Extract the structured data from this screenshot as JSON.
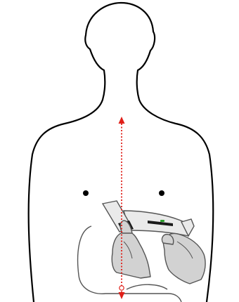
{
  "diagram": {
    "subject": "torso-outline",
    "guide_line": {
      "style": "dotted",
      "direction": "vertical",
      "arrows": "both-ends"
    },
    "markers": [
      "left-nipple",
      "right-nipple"
    ],
    "device": "wearable-sensor-with-holder",
    "hands": [
      "left-hand",
      "right-hand"
    ]
  },
  "colors": {
    "outline": "#000000",
    "guide_line": "#e0201a",
    "hand_fill": "#d2d2d2",
    "hand_stroke": "#555555",
    "device_fill": "#eaeaea",
    "device_stroke": "#555555",
    "device_accent": "#1a1a1a",
    "indicator": "#2ca02c",
    "background": "#ffffff"
  }
}
